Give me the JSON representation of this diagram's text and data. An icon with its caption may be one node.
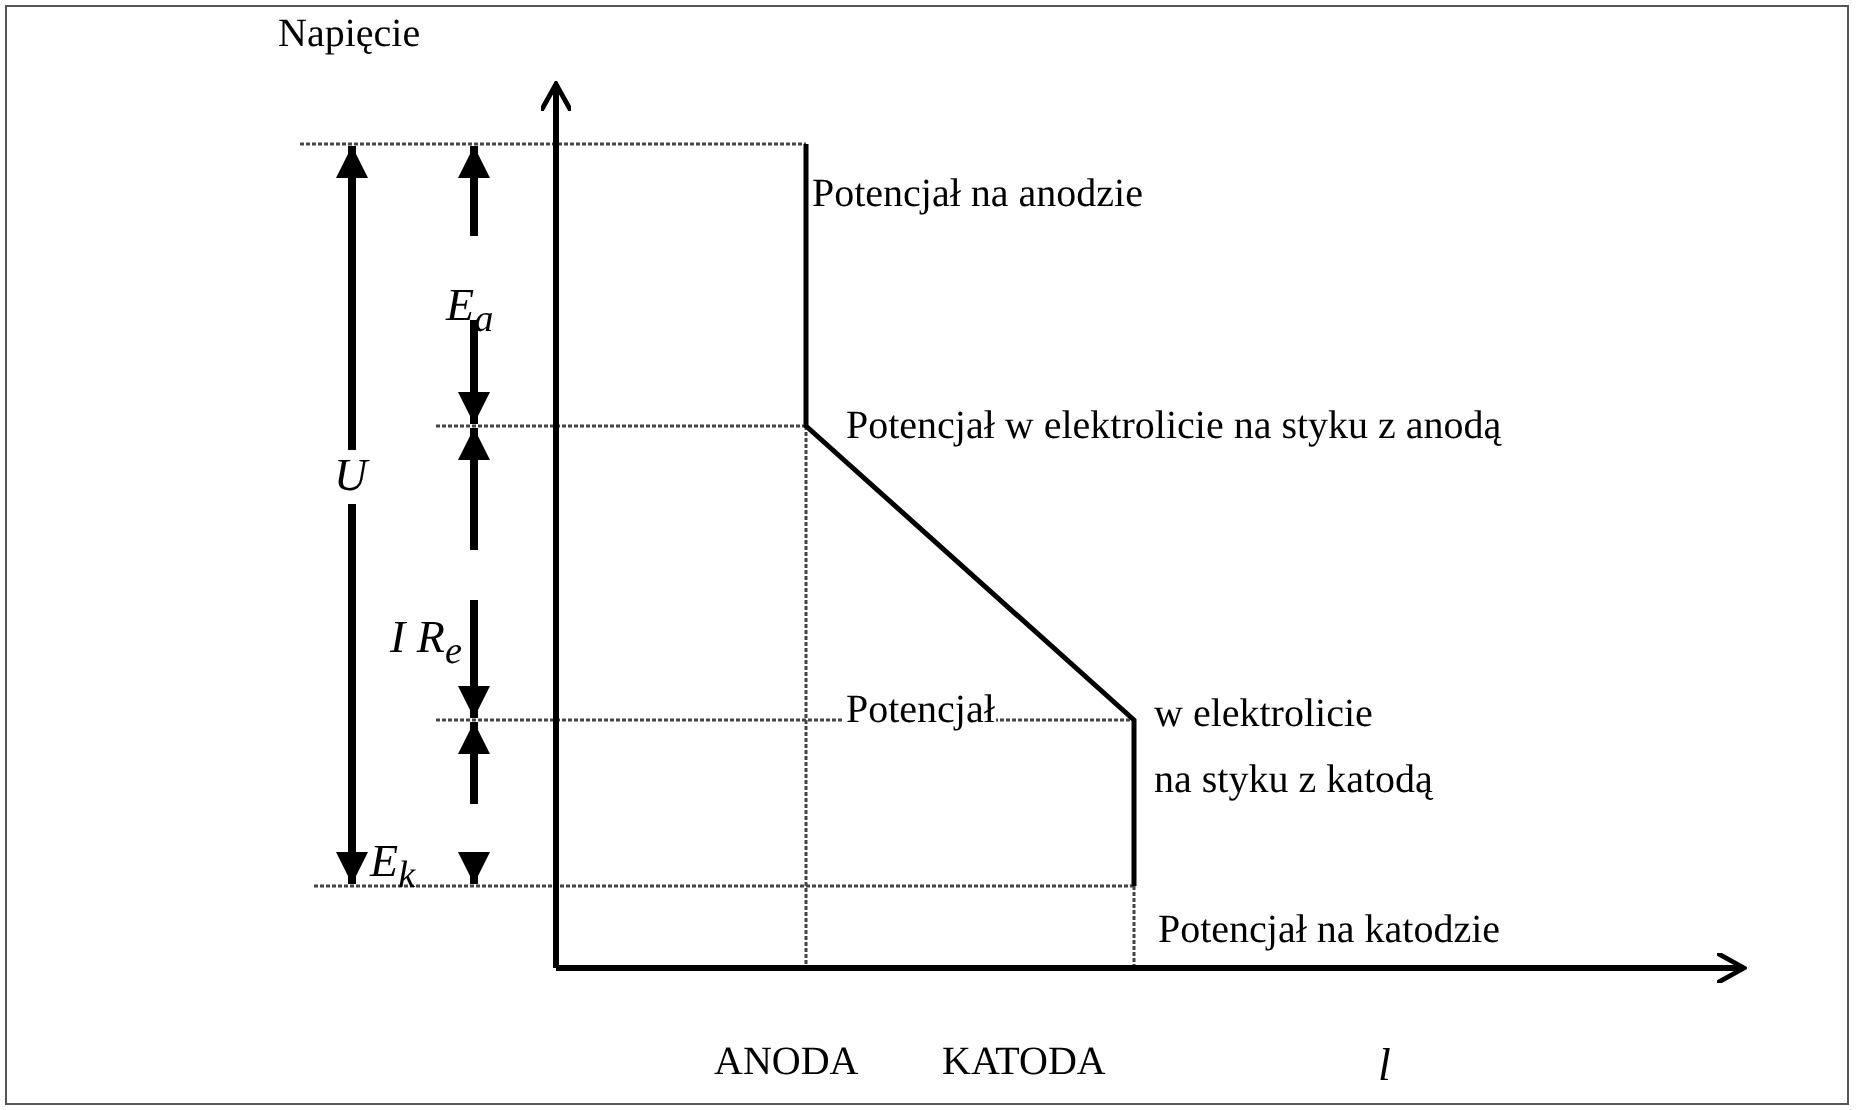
{
  "diagram": {
    "labels": [
      "Napięcie",
      "Potencjał na anodzie",
      "E$_{a}$",
      "Potencjał w elektrolicie na styku z anodą",
      "U",
      "I R$_{e}$",
      "Potencjał",
      "w elektrolicie",
      "na styku z katodą",
      "E$_{k}$",
      "Potencjał na katodzie",
      "ANODA",
      "KATODA",
      "l"
    ]
  }
}
